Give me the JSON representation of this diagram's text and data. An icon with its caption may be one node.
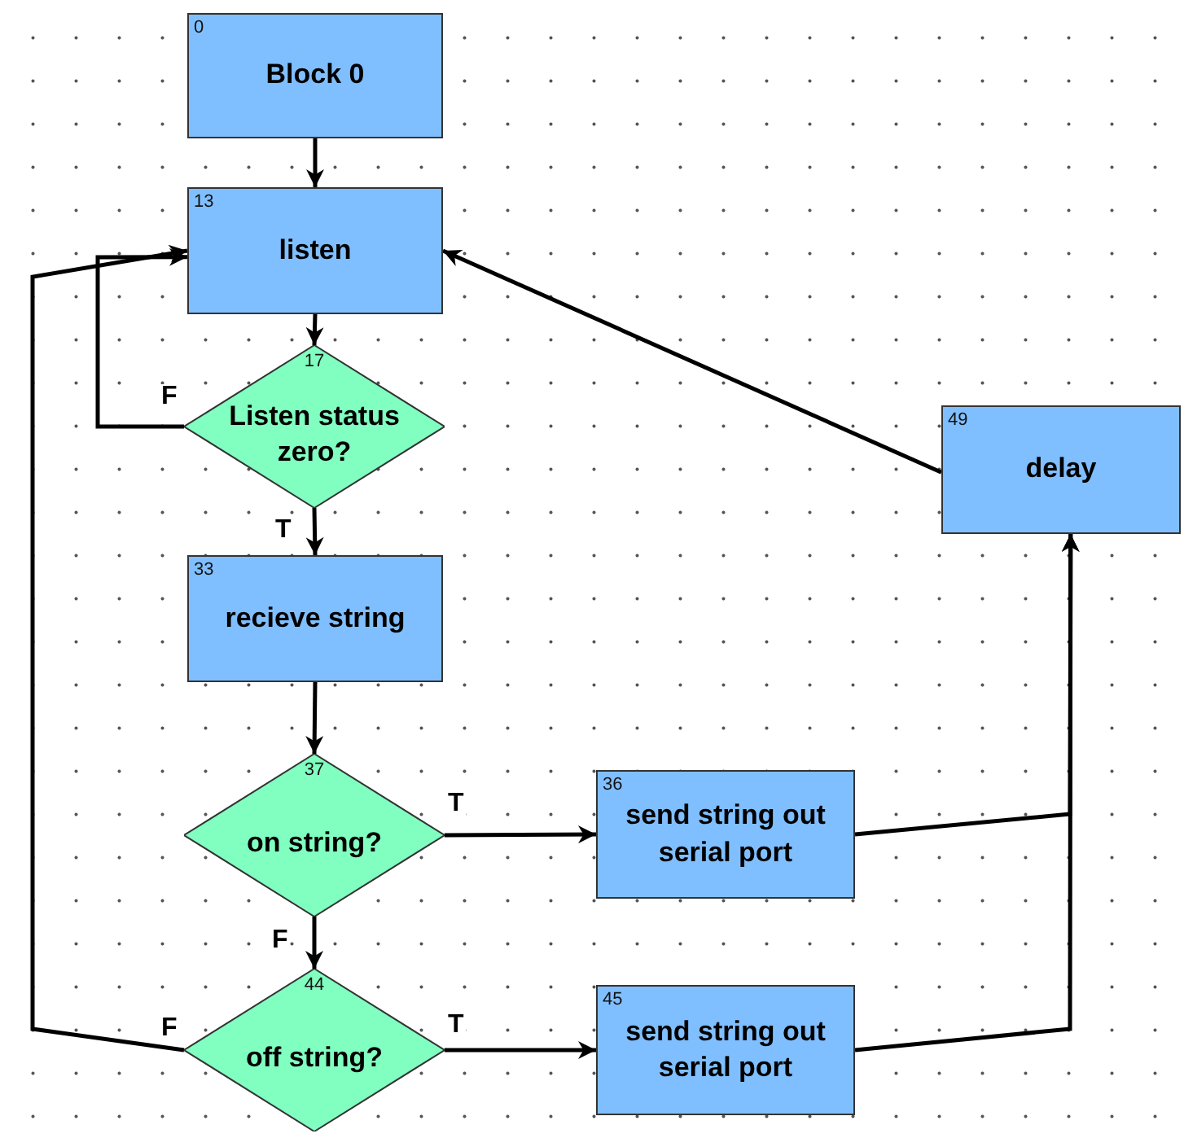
{
  "diagram": {
    "nodes": [
      {
        "text": [
          "0",
          "Block 0"
        ]
      },
      {
        "text": [
          "13",
          "listen"
        ]
      },
      {
        "text": [
          "17",
          "Listen status zero?"
        ]
      },
      {
        "text": [
          "33",
          "recieve string"
        ]
      },
      {
        "text": [
          "37",
          "on string?"
        ]
      },
      {
        "text": [
          "36",
          "send string out serial port"
        ]
      },
      {
        "text": [
          "44",
          "off string?"
        ]
      },
      {
        "text": [
          "45",
          "send string out serial port"
        ]
      },
      {
        "text": [
          "49",
          "delay"
        ]
      }
    ],
    "edges": [
      {
        "from": 0,
        "to": 1,
        "arrow": "to"
      },
      {
        "from": 1,
        "to": 2,
        "arrow": "to"
      },
      {
        "from": 2,
        "to": 1,
        "arrow": "to",
        "label": "F"
      },
      {
        "from": 2,
        "to": 3,
        "arrow": "to",
        "label": "T"
      },
      {
        "from": 3,
        "to": 4,
        "arrow": "to"
      },
      {
        "from": 4,
        "to": 5,
        "arrow": "to",
        "label": "T"
      },
      {
        "from": 4,
        "to": 6,
        "arrow": "to",
        "label": "F"
      },
      {
        "from": 6,
        "to": 1,
        "arrow": "to",
        "label": "F"
      },
      {
        "from": 6,
        "to": 7,
        "arrow": "to",
        "label": "T"
      },
      {
        "from": 5,
        "to": 8,
        "arrow": "to"
      },
      {
        "from": 7,
        "to": 8,
        "arrow": "to"
      },
      {
        "from": 8,
        "to": 1,
        "arrow": "to"
      }
    ]
  }
}
